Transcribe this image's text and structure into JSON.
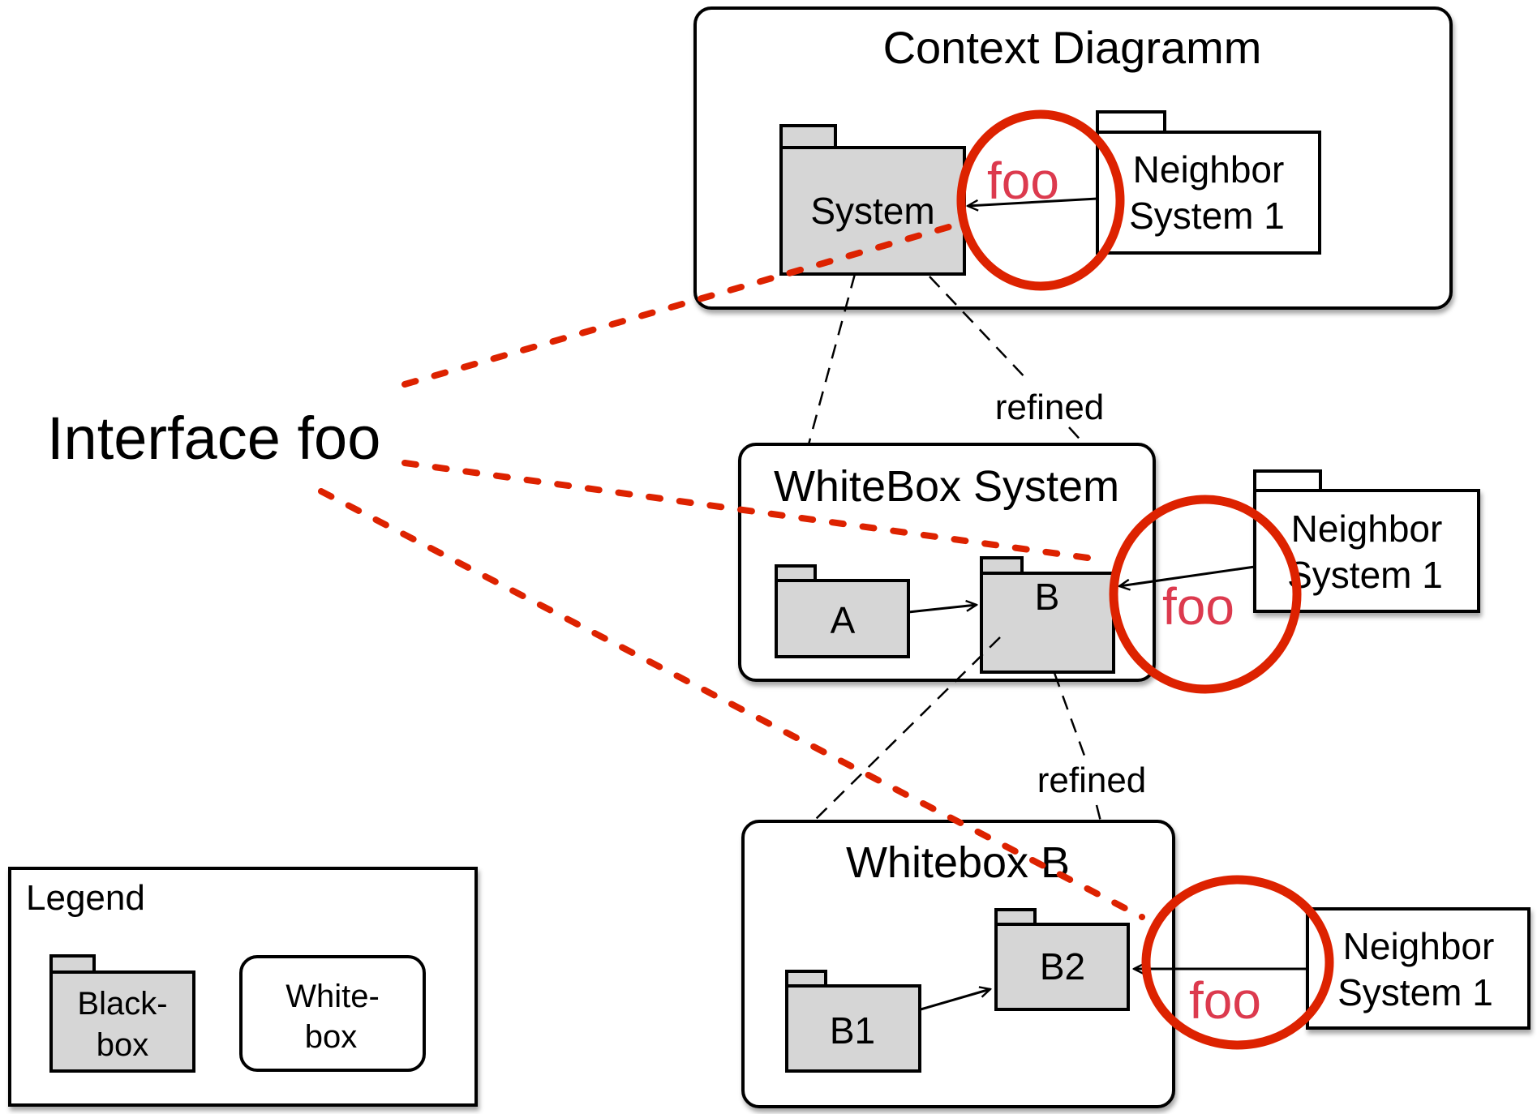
{
  "colors": {
    "blackbox_fill": "#d6d6d6",
    "whitebox_fill": "#ffffff",
    "interface_ring": "#dd2200",
    "interface_text": "#dc3a4e",
    "dotted_leader": "#dd2200",
    "line": "#000000"
  },
  "callout": {
    "label": "Interface foo"
  },
  "context_diagram": {
    "title": "Context Diagramm",
    "system": {
      "label": "System",
      "kind": "black-box"
    },
    "neighbor": {
      "line1": "Neighbor",
      "line2": "System 1",
      "kind": "white package"
    },
    "interface": {
      "label": "foo"
    }
  },
  "whitebox_system": {
    "title": "WhiteBox System",
    "parts": [
      {
        "label": "A",
        "kind": "black-box"
      },
      {
        "label": "B",
        "kind": "black-box"
      }
    ],
    "neighbor": {
      "line1": "Neighbor",
      "line2": "System 1"
    },
    "interface": {
      "label": "foo"
    }
  },
  "whitebox_b": {
    "title": "Whitebox B",
    "parts": [
      {
        "label": "B1",
        "kind": "black-box"
      },
      {
        "label": "B2",
        "kind": "black-box"
      }
    ],
    "neighbor": {
      "line1": "Neighbor",
      "line2": "System 1"
    },
    "interface": {
      "label": "foo"
    }
  },
  "relations": [
    {
      "from": "System",
      "to": "WhiteBox System",
      "label": "refined"
    },
    {
      "from": "B",
      "to": "Whitebox B",
      "label": "refined"
    }
  ],
  "legend": {
    "title": "Legend",
    "items": [
      {
        "line1": "Black-",
        "line2": "box",
        "kind": "black-box"
      },
      {
        "line1": "White-",
        "line2": "box",
        "kind": "white-box"
      }
    ]
  }
}
